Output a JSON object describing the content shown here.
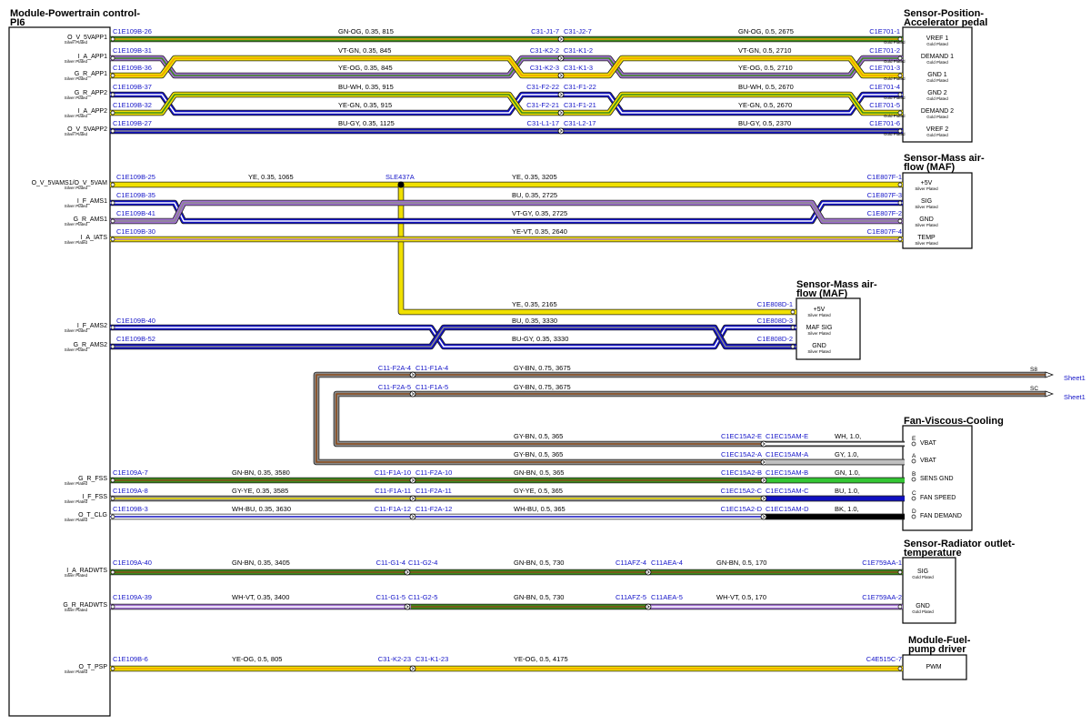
{
  "modules": [
    {
      "id": "pcm",
      "title_lines": [
        "Module-Powertrain control-",
        "PI6"
      ]
    },
    {
      "id": "app",
      "title_lines": [
        "Sensor-Position-",
        "Accelerator pedal"
      ]
    },
    {
      "id": "maf1",
      "title_lines": [
        "Sensor-Mass air-",
        "flow (MAF)"
      ]
    },
    {
      "id": "maf2",
      "title_lines": [
        "Sensor-Mass air-",
        "flow (MAF)"
      ]
    },
    {
      "id": "fan",
      "title_lines": [
        "Fan-Viscous-Cooling"
      ]
    },
    {
      "id": "rad",
      "title_lines": [
        "Sensor-Radiator outlet-",
        "temperature"
      ]
    },
    {
      "id": "fuel",
      "title_lines": [
        "Module-Fuel-",
        "pump driver"
      ]
    }
  ],
  "pcm_pins": [
    {
      "name": "O_V_5VAPP1",
      "plating": "Silver Plated"
    },
    {
      "name": "I_A_APP1",
      "plating": "Silver Plated"
    },
    {
      "name": "G_R_APP1",
      "plating": "Silver Plated"
    },
    {
      "name": "G_R_APP2",
      "plating": "Silver Plated"
    },
    {
      "name": "I_A_APP2",
      "plating": "Silver Plated"
    },
    {
      "name": "O_V_5VAPP2",
      "plating": "Silver Plated"
    },
    {
      "name": "O_V_5VAMS1/O_V_5VAM",
      "plating": "Silver Plated"
    },
    {
      "name": "I_F_AMS1",
      "plating": "Silver Plated"
    },
    {
      "name": "G_R_AMS1",
      "plating": "Silver Plated"
    },
    {
      "name": "I_A_IATS",
      "plating": "Silver Plated"
    },
    {
      "name": "I_F_AMS2",
      "plating": "Silver Plated"
    },
    {
      "name": "G_R_AMS2",
      "plating": "Silver Plated"
    },
    {
      "name": "G_R_FSS",
      "plating": "Silver Plated"
    },
    {
      "name": "I_F_FSS",
      "plating": "Silver Plated"
    },
    {
      "name": "O_T_CLG",
      "plating": "Silver Plated"
    },
    {
      "name": "I_A_RADWTS",
      "plating": "Silver Plated"
    },
    {
      "name": "G_R_RADWTS",
      "plating": "Silver Plated"
    },
    {
      "name": "O_T_PSP",
      "plating": "Silver Plated"
    }
  ],
  "app_pins": [
    {
      "name": "VREF 1",
      "plating": "Gold Plated"
    },
    {
      "name": "DEMAND 1",
      "plating": "Gold Plated"
    },
    {
      "name": "GND 1",
      "plating": "Gold Plated"
    },
    {
      "name": "GND 2",
      "plating": "Gold Plated"
    },
    {
      "name": "DEMAND 2",
      "plating": "Gold Plated"
    },
    {
      "name": "VREF 2",
      "plating": "Gold Plated"
    }
  ],
  "maf1_pins": [
    {
      "name": "+5V",
      "plating": "Silver Plated"
    },
    {
      "name": "SIG",
      "plating": "Silver Plated"
    },
    {
      "name": "GND",
      "plating": "Silver Plated"
    },
    {
      "name": "TEMP",
      "plating": "Silver Plated"
    }
  ],
  "maf2_pins": [
    {
      "name": "+5V",
      "plating": "Silver Plated"
    },
    {
      "name": "MAF SIG",
      "plating": "Silver Plated"
    },
    {
      "name": "GND",
      "plating": "Silver Plated"
    }
  ],
  "fan_pins": [
    {
      "name": "VBAT",
      "letter": "E"
    },
    {
      "name": "VBAT",
      "letter": "A"
    },
    {
      "name": "SENS GND",
      "letter": "B"
    },
    {
      "name": "FAN SPEED",
      "letter": "C"
    },
    {
      "name": "FAN DEMAND",
      "letter": "D"
    }
  ],
  "rad_pins": [
    {
      "name": "SIG",
      "plating": "Gold Plated"
    },
    {
      "name": "GND",
      "plating": "Gold Plated"
    }
  ],
  "fuel_pins": [
    {
      "name": "PWM"
    }
  ],
  "wire_labels": {
    "app1_pcm": "C1E109B-26",
    "app1_w1": "GN-OG,  0.35,  815",
    "app1_ic1": "C31-J1-7",
    "app1_ic2": "C31-J2-7",
    "app1_w2": "GN-OG,  0.5,  2675",
    "app1_end": "C1E701-1",
    "app2_pcm": "C1E109B-31",
    "app2_w1": "VT-GN,  0.35,  845",
    "app2_ic1": "C31-K2-2",
    "app2_ic2": "C31-K1-2",
    "app2_w2": "VT-GN,  0.5,  2710",
    "app2_end": "C1E701-2",
    "app3_pcm": "C1E109B-36",
    "app3_w1": "YE-OG,  0.35,  845",
    "app3_ic1": "C31-K2-3",
    "app3_ic2": "C31-K1-3",
    "app3_w2": "YE-OG,  0.5,  2710",
    "app3_end": "C1E701-3",
    "app4_pcm": "C1E109B-37",
    "app4_w1": "BU-WH,  0.35,  915",
    "app4_ic1": "C31-F2-22",
    "app4_ic2": "C31-F1-22",
    "app4_w2": "BU-WH,  0.5,  2670",
    "app4_end": "C1E701-4",
    "app5_pcm": "C1E109B-32",
    "app5_w1": "YE-GN,  0.35,  915",
    "app5_ic1": "C31-F2-21",
    "app5_ic2": "C31-F1-21",
    "app5_w2": "YE-GN,  0.5,  2670",
    "app5_end": "C1E701-5",
    "app6_pcm": "C1E109B-27",
    "app6_w1": "BU-GY,  0.35,  1125",
    "app6_ic1": "C31-L1-17",
    "app6_ic2": "C31-L2-17",
    "app6_w2": "BU-GY,  0.5,  2370",
    "app6_end": "C1E701-6",
    "maf1_pcm": "C1E109B-25",
    "maf1_w1": "YE,  0.35,  1065",
    "maf1_splice": "SLE437A",
    "maf1_w2": "YE,  0.35,  3205",
    "maf1_end": "C1E807F-1",
    "maf2_pcm": "C1E109B-35",
    "maf2_w": "BU,  0.35,  2725",
    "maf2_end": "C1E807F-3",
    "maf3_pcm": "C1E109B-41",
    "maf3_w": "VT-GY,  0.35,  2725",
    "maf3_end": "C1E807F-2",
    "maf4_pcm": "C1E109B-30",
    "maf4_w": "YE-VT,  0.35,  2640",
    "maf4_end": "C1E807F-4",
    "mafb1_w": "YE,  0.35,  2165",
    "mafb1_end": "C1E808D-1",
    "mafb2_pcm": "C1E109B-40",
    "mafb2_w": "BU,  0.35,  3330",
    "mafb2_end": "C1E808D-3",
    "mafb3_pcm": "C1E109B-52",
    "mafb3_w": "BU-GY,  0.35,  3330",
    "mafb3_end": "C1E808D-2",
    "s8_ic1": "C11-F2A-4",
    "s8_ic2": "C11-F1A-4",
    "s8_w": "GY-BN,  0.75,  3675",
    "s8_tag": "S8",
    "s8_sheet": "Sheet1",
    "sc_ic1": "C11-F2A-5",
    "sc_ic2": "C11-F1A-5",
    "sc_w": "GY-BN,  0.75,  3675",
    "sc_tag": "SC",
    "sc_sheet": "Sheet1",
    "fe_w": "GY-BN,  0.5,  365",
    "fe_ic1": "C1EC15A2-E",
    "fe_ic2": "C1EC15AM-E",
    "fe_w2": "WH,  1.0,",
    "fa_w": "GY-BN,  0.5,  365",
    "fa_ic1": "C1EC15A2-A",
    "fa_ic2": "C1EC15AM-A",
    "fa_w2": "GY,  1.0,",
    "fb_pcm": "C1E109A-7",
    "fb_w1": "GN-BN,  0.35,  3580",
    "fb_ic1": "C11-F1A-10",
    "fb_ic2": "C11-F2A-10",
    "fb_w2": "GN-BN,  0.5,  365",
    "fb_ic3": "C1EC15A2-B",
    "fb_ic4": "C1EC15AM-B",
    "fb_w3": "GN,  1.0,",
    "fc_pcm": "C1E109A-8",
    "fc_w1": "GY-YE,  0.35,  3585",
    "fc_ic1": "C11-F1A-11",
    "fc_ic2": "C11-F2A-11",
    "fc_w2": "GY-YE,  0.5,  365",
    "fc_ic3": "C1EC15A2-C",
    "fc_ic4": "C1EC15AM-C",
    "fc_w3": "BU,  1.0,",
    "fd_pcm": "C1E109B-3",
    "fd_w1": "WH-BU,  0.35,  3630",
    "fd_ic1": "C11-F1A-12",
    "fd_ic2": "C11-F2A-12",
    "fd_w2": "WH-BU,  0.5,  365",
    "fd_ic3": "C1EC15A2-D",
    "fd_ic4": "C1EC15AM-D",
    "fd_w3": "BK,  1.0,",
    "r1_pcm": "C1E109A-40",
    "r1_w1": "GN-BN,  0.35,  3405",
    "r1_ic1": "C11-G1-4",
    "r1_ic2": "C11-G2-4",
    "r1_w2": "GN-BN,  0.5,  730",
    "r1_ic3": "C11AFZ-4",
    "r1_ic4": "C11AEA-4",
    "r1_w3": "GN-BN,  0.5,  170",
    "r1_end": "C1E759AA-1",
    "r2_pcm": "C1E109A-39",
    "r2_w1": "WH-VT,  0.35,  3400",
    "r2_ic1": "C11-G1-5",
    "r2_ic2": "C11-G2-5",
    "r2_w2": "GN-BN,  0.5,  730",
    "r2_ic3": "C11AFZ-5",
    "r2_ic4": "C11AEA-5",
    "r2_w3": "WH-VT,  0.5,  170",
    "r2_end": "C1E759AA-2",
    "p_pcm": "C1E109B-6",
    "p_w1": "YE-OG,  0.5,  805",
    "p_ic1": "C31-K2-23",
    "p_ic2": "C31-K1-23",
    "p_w2": "YE-OG,  0.5,  4175",
    "p_end": "C4E515C-7"
  },
  "colors": {
    "GN": "#3a8a1c",
    "OG": "#f0a000",
    "VT": "#a070d0",
    "GY": "#8a8a8a",
    "YE": "#f0e000",
    "BU": "#1010c0",
    "WH": "#ffffff",
    "BN": "#8a4a1a",
    "BK": "#000000",
    "connector_text": "#1414c8"
  }
}
